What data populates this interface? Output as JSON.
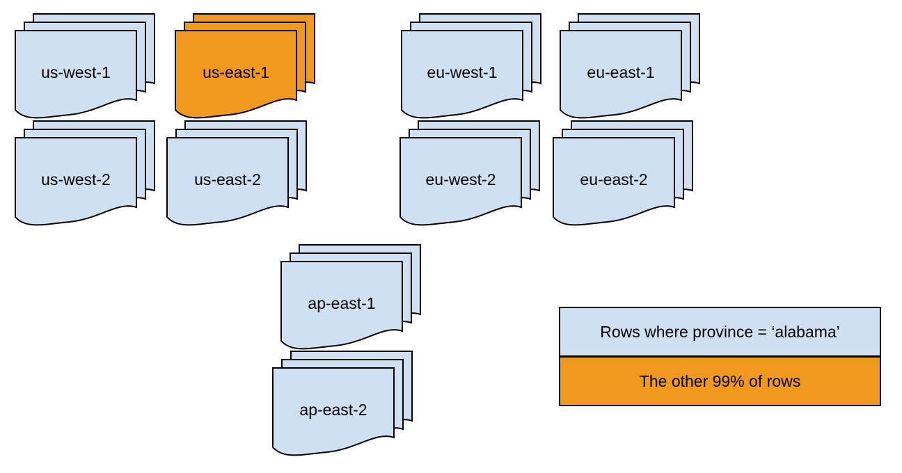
{
  "colors": {
    "region_default": "#CFE0F2",
    "region_highlight": "#F0991E",
    "stroke": "#000000",
    "background": "#FFFFFF"
  },
  "regions": [
    {
      "label": "us-west-1",
      "highlighted": false
    },
    {
      "label": "us-east-1",
      "highlighted": true
    },
    {
      "label": "eu-west-1",
      "highlighted": false
    },
    {
      "label": "eu-east-1",
      "highlighted": false
    },
    {
      "label": "us-west-2",
      "highlighted": false
    },
    {
      "label": "us-east-2",
      "highlighted": false
    },
    {
      "label": "eu-west-2",
      "highlighted": false
    },
    {
      "label": "eu-east-2",
      "highlighted": false
    },
    {
      "label": "ap-east-1",
      "highlighted": false
    },
    {
      "label": "ap-east-2",
      "highlighted": false
    }
  ],
  "legend": {
    "items": [
      {
        "label": "Rows where province = ‘alabama’",
        "color": "#CFE0F2"
      },
      {
        "label": "The other 99% of rows",
        "color": "#F0991E"
      }
    ]
  }
}
